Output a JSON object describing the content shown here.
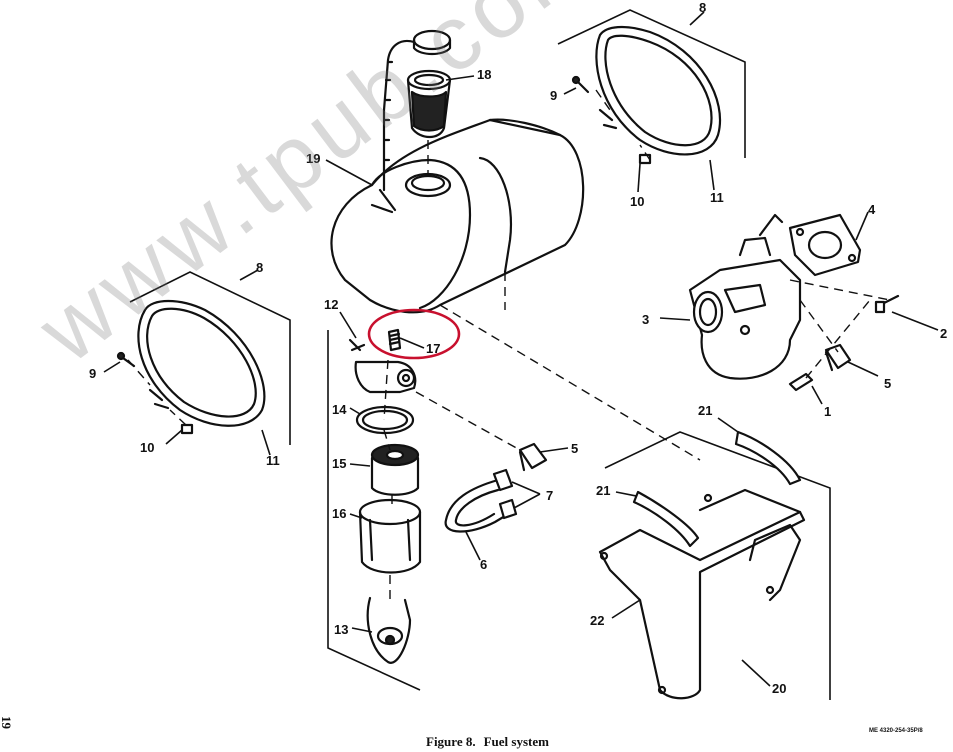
{
  "figure": {
    "label": "Figure 8.",
    "title": "Fuel system",
    "code": "ME 4320-254-35P/8",
    "page_number": "19"
  },
  "watermark": "www.tpub.com",
  "highlight_color": "#c8102e",
  "callouts": [
    {
      "id": "c1",
      "text": "1"
    },
    {
      "id": "c2",
      "text": "2"
    },
    {
      "id": "c3",
      "text": "3"
    },
    {
      "id": "c4",
      "text": "4"
    },
    {
      "id": "c5a",
      "text": "5"
    },
    {
      "id": "c5b",
      "text": "5"
    },
    {
      "id": "c6",
      "text": "6"
    },
    {
      "id": "c7",
      "text": "7"
    },
    {
      "id": "c8a",
      "text": "8"
    },
    {
      "id": "c8b",
      "text": "8"
    },
    {
      "id": "c9a",
      "text": "9"
    },
    {
      "id": "c9b",
      "text": "9"
    },
    {
      "id": "c10a",
      "text": "10"
    },
    {
      "id": "c10b",
      "text": "10"
    },
    {
      "id": "c11a",
      "text": "11"
    },
    {
      "id": "c11b",
      "text": "11"
    },
    {
      "id": "c12",
      "text": "12"
    },
    {
      "id": "c13",
      "text": "13"
    },
    {
      "id": "c14",
      "text": "14"
    },
    {
      "id": "c15",
      "text": "15"
    },
    {
      "id": "c16",
      "text": "16"
    },
    {
      "id": "c17",
      "text": "17"
    },
    {
      "id": "c18",
      "text": "18"
    },
    {
      "id": "c19",
      "text": "19"
    },
    {
      "id": "c20",
      "text": "20"
    },
    {
      "id": "c21a",
      "text": "21"
    },
    {
      "id": "c21b",
      "text": "21"
    },
    {
      "id": "c22",
      "text": "22"
    }
  ]
}
